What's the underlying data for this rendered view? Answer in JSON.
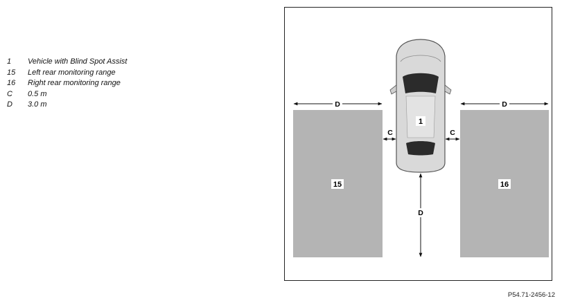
{
  "legend": {
    "items": [
      {
        "key": "1",
        "text": "Vehicle with Blind Spot Assist"
      },
      {
        "key": "15",
        "text": "Left rear monitoring range"
      },
      {
        "key": "16",
        "text": "Right rear monitoring range"
      },
      {
        "key": "C",
        "text": "0.5 m"
      },
      {
        "key": "D",
        "text": "3.0 m"
      }
    ]
  },
  "diagram": {
    "vehicle_label": "1",
    "left_zone_label": "15",
    "right_zone_label": "16",
    "c_label_left": "C",
    "c_label_right": "C",
    "d_label_left": "D",
    "d_label_right": "D",
    "d_label_rear": "D",
    "zone_color": "#b4b4b4",
    "car_body_color": "#d9d9d9",
    "glass_color": "#2b2b2b"
  },
  "figure_reference": "P54.71-2456-12"
}
